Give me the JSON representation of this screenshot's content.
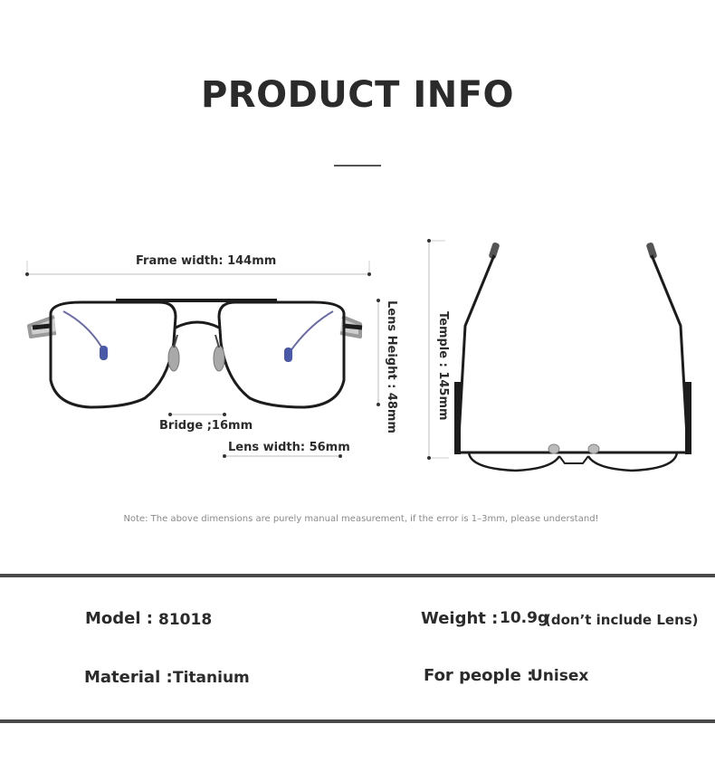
{
  "header": {
    "title": "PRODUCT INFO"
  },
  "dimensions": {
    "frame_width": "Frame width: 144mm",
    "lens_height": "Lens Height : 48mm",
    "bridge": "Bridge ;16mm",
    "lens_width": "Lens width: 56mm",
    "temple": "Temple : 145mm"
  },
  "note": "Note: The above dimensions are purely manual measurement, if the error is 1–3mm, please understand!",
  "specs": {
    "model_label": "Model :",
    "model_value": "81018",
    "weight_label": "Weight :",
    "weight_value": "10.9g",
    "weight_note": "(don’t include Lens)",
    "material_label": "Material :",
    "material_value": "Titanium",
    "people_label": "For people :",
    "people_value": "Unisex"
  },
  "colors": {
    "frame": "#1c1c1c",
    "temple_tip": "#5a63a0",
    "separator": "#4a4a4a"
  }
}
